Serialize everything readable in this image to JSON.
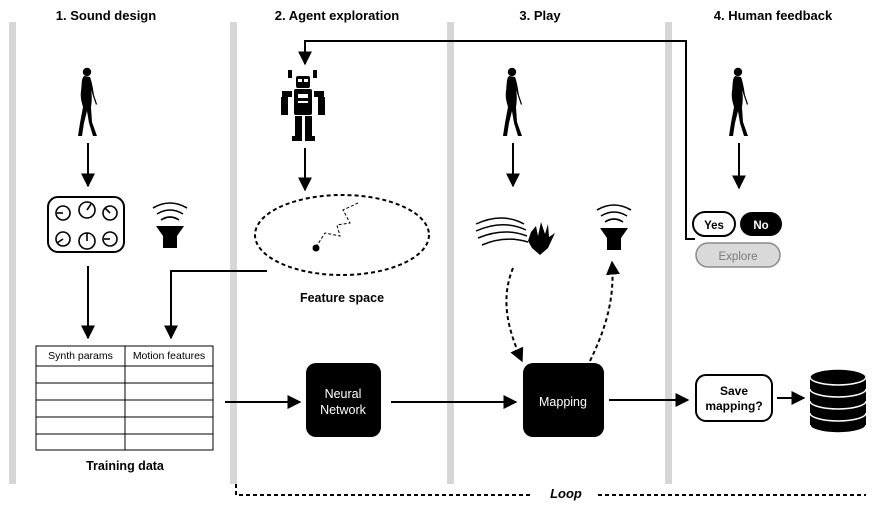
{
  "headers": [
    "1. Sound design",
    "2. Agent exploration",
    "3. Play",
    "4. Human feedback"
  ],
  "labels": {
    "feature_space": "Feature space",
    "training_data": "Training data",
    "neural_network_line1": "Neural",
    "neural_network_line2": "Network",
    "mapping": "Mapping",
    "save_line1": "Save",
    "save_line2": "mapping?",
    "loop": "Loop"
  },
  "table": {
    "columns": [
      "Synth params",
      "Motion features"
    ],
    "rows": 5
  },
  "buttons": {
    "yes": "Yes",
    "no": "No",
    "explore": "Explore"
  },
  "icons": [
    "person-icon",
    "robot-icon",
    "synth-knobs-icon",
    "speaker-icon",
    "hand-motion-icon",
    "database-icon"
  ],
  "colors": {
    "lane_divider": "#d6d6d6",
    "ink": "#000000",
    "explore_fill": "#d9d9d9",
    "explore_text": "#7a7a7a"
  }
}
